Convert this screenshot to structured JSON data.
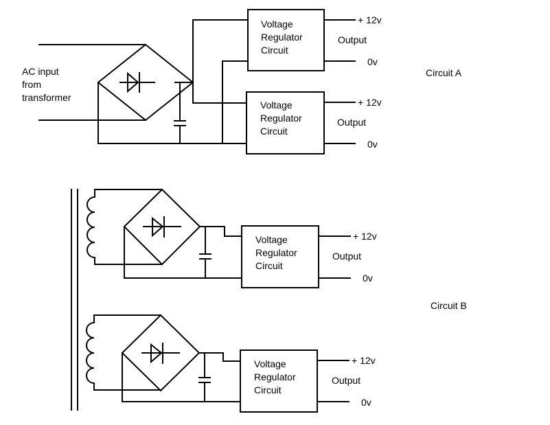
{
  "circuit_a": {
    "label": "Circuit  A",
    "input_label": [
      "AC input",
      "from",
      "transformer"
    ],
    "regulators": [
      {
        "lines": [
          "Voltage",
          "Regulator",
          "Circuit"
        ],
        "pos_label": "+ 12v",
        "output_label": "Output",
        "zero_label": "0v"
      },
      {
        "lines": [
          "Voltage",
          "Regulator",
          "Circuit"
        ],
        "pos_label": "+ 12v",
        "output_label": "Output",
        "zero_label": "0v"
      }
    ]
  },
  "circuit_b": {
    "label": "Circuit  B",
    "regulators": [
      {
        "lines": [
          "Voltage",
          "Regulator",
          "Circuit"
        ],
        "pos_label": "+ 12v",
        "output_label": "Output",
        "zero_label": "0v"
      },
      {
        "lines": [
          "Voltage",
          "Regulator",
          "Circuit"
        ],
        "pos_label": "+ 12v",
        "output_label": "Output",
        "zero_label": "0v"
      }
    ]
  }
}
